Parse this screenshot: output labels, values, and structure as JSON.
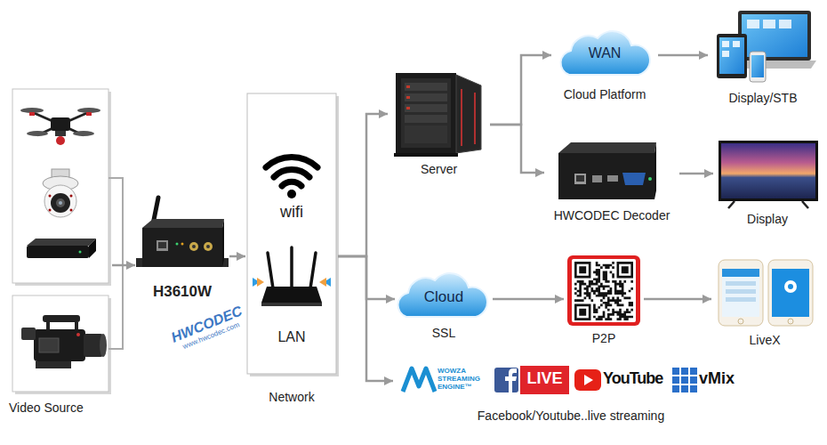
{
  "diagram": {
    "nodes": [
      {
        "text": [
          "Video Source"
        ]
      },
      {
        "text": [
          "H3610W"
        ]
      },
      {
        "text": [
          "wifi",
          "LAN",
          "Network"
        ]
      },
      {
        "text": [
          "Server"
        ]
      },
      {
        "text": [
          "WAN",
          "Cloud Platform"
        ]
      },
      {
        "text": [
          "Display/STB"
        ]
      },
      {
        "text": [
          "HWCODEC Decoder"
        ]
      },
      {
        "text": [
          "Display"
        ]
      },
      {
        "text": [
          "Cloud",
          "SSL"
        ]
      },
      {
        "text": [
          "P2P"
        ]
      },
      {
        "text": [
          "LiveX"
        ]
      },
      {
        "text": [
          "WOWZA STREAMING ENGINE™",
          "LIVE",
          "YouTube",
          "vMix",
          "Facebook/Youtube..live streaming"
        ]
      }
    ],
    "edges": [
      {
        "from": 0,
        "to": 1,
        "arrow": "to"
      },
      {
        "from": 1,
        "to": 2,
        "arrow": "to"
      },
      {
        "from": 2,
        "to": 3,
        "arrow": "to"
      },
      {
        "from": 2,
        "to": 8,
        "arrow": "to"
      },
      {
        "from": 2,
        "to": 11,
        "arrow": "to"
      },
      {
        "from": 3,
        "to": 4,
        "arrow": "to"
      },
      {
        "from": 3,
        "to": 6,
        "arrow": "to"
      },
      {
        "from": 4,
        "to": 5,
        "arrow": "to"
      },
      {
        "from": 6,
        "to": 7,
        "arrow": "to"
      },
      {
        "from": 8,
        "to": 9,
        "arrow": "to"
      },
      {
        "from": 9,
        "to": 10,
        "arrow": "to"
      }
    ],
    "labels": [
      "HWCODEC",
      "www.hwcodec.com"
    ]
  }
}
